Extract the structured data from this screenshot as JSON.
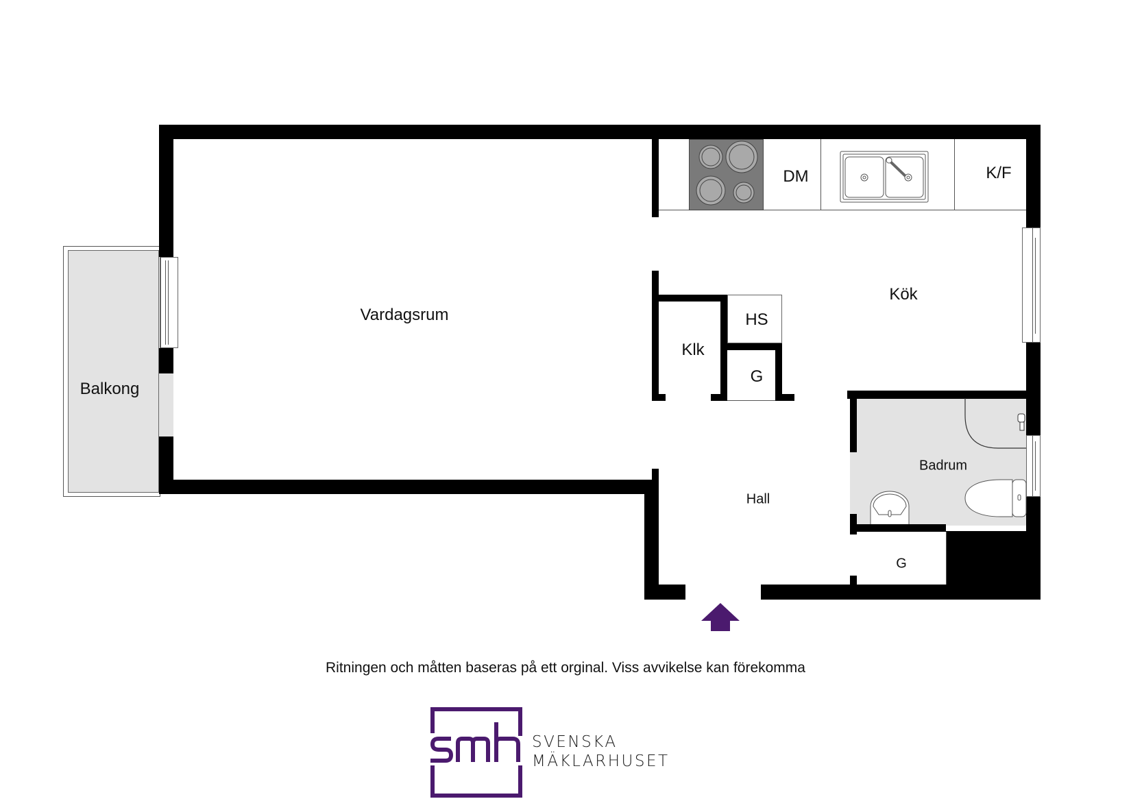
{
  "floorplan": {
    "rooms": [
      {
        "id": "vardagsrum",
        "label": "Vardagsrum"
      },
      {
        "id": "kok",
        "label": "Kök"
      },
      {
        "id": "balkong",
        "label": "Balkong"
      },
      {
        "id": "klk",
        "label": "Klk"
      },
      {
        "id": "hs",
        "label": "HS"
      },
      {
        "id": "g_small",
        "label": "G"
      },
      {
        "id": "hall",
        "label": "Hall"
      },
      {
        "id": "badrum",
        "label": "Badrum"
      },
      {
        "id": "g_hall",
        "label": "G"
      }
    ],
    "kitchen_fixtures": {
      "dishwasher": "DM",
      "fridge_freezer": "K/F"
    },
    "entrance_marker": "entrance-arrow"
  },
  "colors": {
    "wall": "#000000",
    "wet_floor": "#e3e3e3",
    "stove": "#7a7a7a",
    "brand_purple": "#4b1a6e"
  },
  "footer": {
    "disclaimer": "Ritningen och måtten baseras på ett orginal. Viss avvikelse kan förekomma"
  },
  "logo": {
    "mark": "smh",
    "line1": "SVENSKA",
    "line2": "MÄKLARHUSET"
  }
}
